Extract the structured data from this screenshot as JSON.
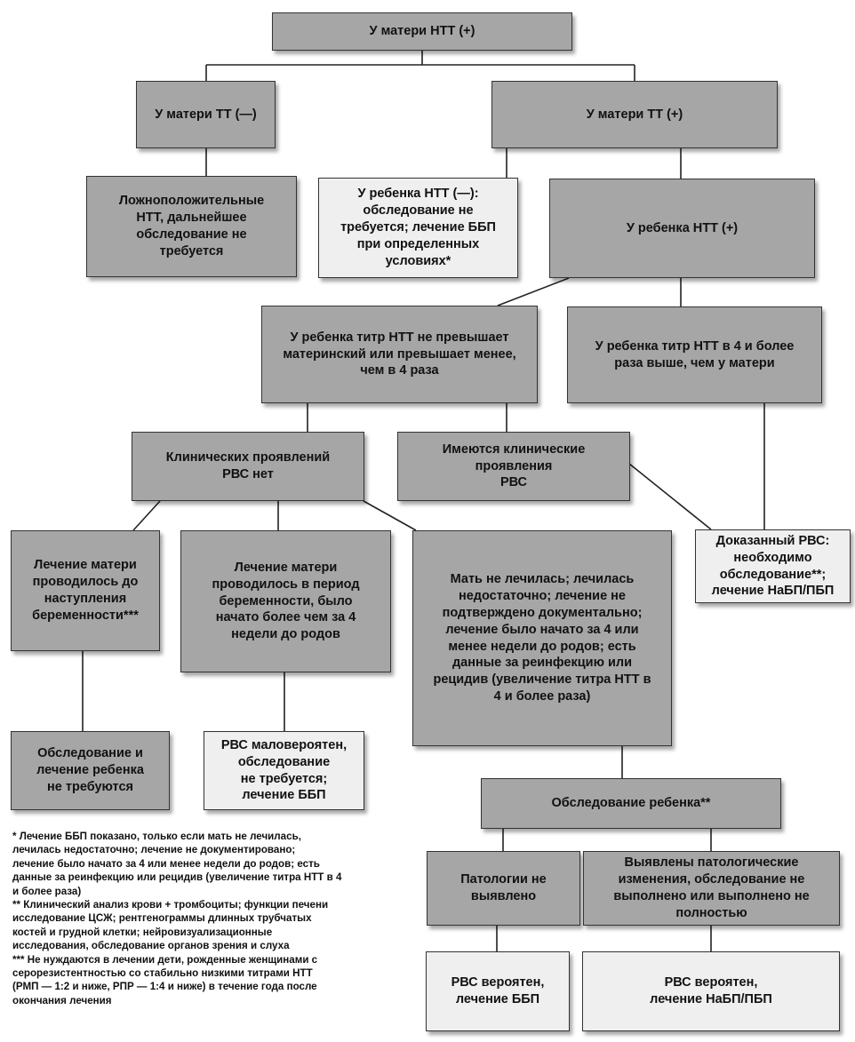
{
  "nodes": {
    "n1": "У матери НТТ (+)",
    "n2": "У матери ТТ (—)",
    "n3": "У матери ТТ (+)",
    "n4": "Ложноположительные\nНТТ, дальнейшее\nобследование не\nтребуется",
    "n5": "У ребенка НТТ (—):\nобследование не\nтребуется; лечение ББП\nпри определенных\nусловиях*",
    "n6": "У ребенка НТТ (+)",
    "n7": "У ребенка титр НТТ не превышает\nматеринский или превышает менее,\nчем в 4 раза",
    "n8": "У ребенка титр НТТ в 4 и более\nраза выше, чем у матери",
    "n9": "Клинических проявлений\nРВС нет",
    "n10": "Имеются клинические\nпроявления\nРВС",
    "n11": "Доказанный РВС:\nнеобходимо\nобследование**;\nлечение НаБП/ПБП",
    "n12": "Лечение матери\nпроводилось до\nнаступления\nбеременности***",
    "n13": "Лечение матери\nпроводилось в период\nбеременности, было\nначато более чем за 4\nнедели до родов",
    "n14": "Мать не лечилась; лечилась\nнедостаточно; лечение не\nподтверждено документально;\nлечение было начато за 4 или\nменее недели до родов; есть\nданные за реинфекцию или\nрецидив (увеличение титра НТТ в\n4 и более раза)",
    "n15": "Обследование и\nлечение ребенка\nне требуются",
    "n16": "РВС маловероятен,\nобследование\nне требуется;\nлечение ББП",
    "n17": "Обследование ребенка**",
    "n18": "Патологии не\nвыявлено",
    "n19": "Выявлены патологические\nизменения, обследование не\nвыполнено или выполнено не\nполностью",
    "n20": "РВС вероятен,\nлечение ББП",
    "n21": "РВС вероятен,\nлечение НаБП/ПБП"
  },
  "footnotes": {
    "f1": "* Лечение ББП показано, только если мать не лечилась,\nлечилась недостаточно; лечение не документировано;\nлечение было начато за 4 или менее недели до родов; есть\nданные за реинфекцию или рецидив (увеличение титра НТТ в 4\nи более раза)",
    "f2": "** Клинический анализ крови + тромбоциты; функции печени\nисследование ЦСЖ; рентгенограммы длинных трубчатых\nкостей и грудной клетки; нейровизуализационные\nисследования, обследование органов зрения и слуха",
    "f3": "*** Не нуждаются в лечении дети, рожденные женщинами с\nсерорезистентностью со стабильно низкими титрами НТТ\n(РМП — 1:2 и ниже, РПР — 1:4 и ниже) в течение года после\nокончания лечения"
  }
}
